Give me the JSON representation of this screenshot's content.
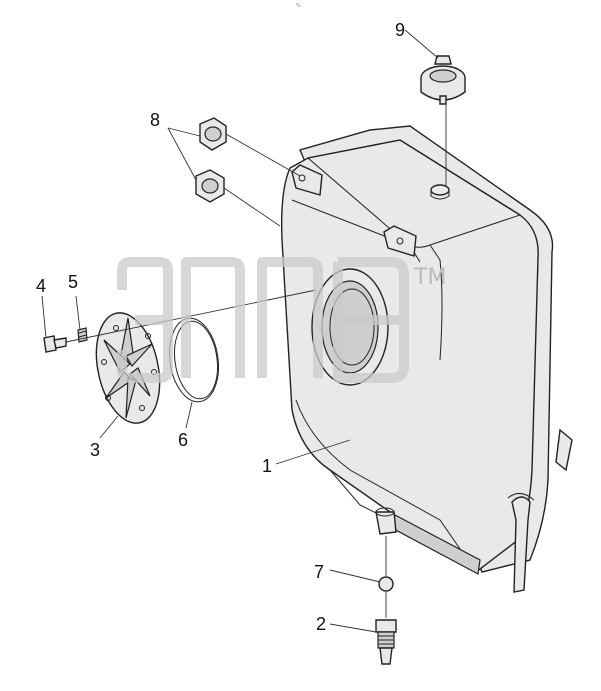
{
  "header": {
    "tiny_mark": "%"
  },
  "watermark": {
    "tm": "TM"
  },
  "callouts": [
    "1",
    "2",
    "3",
    "4",
    "5",
    "6",
    "7",
    "8",
    "9"
  ]
}
